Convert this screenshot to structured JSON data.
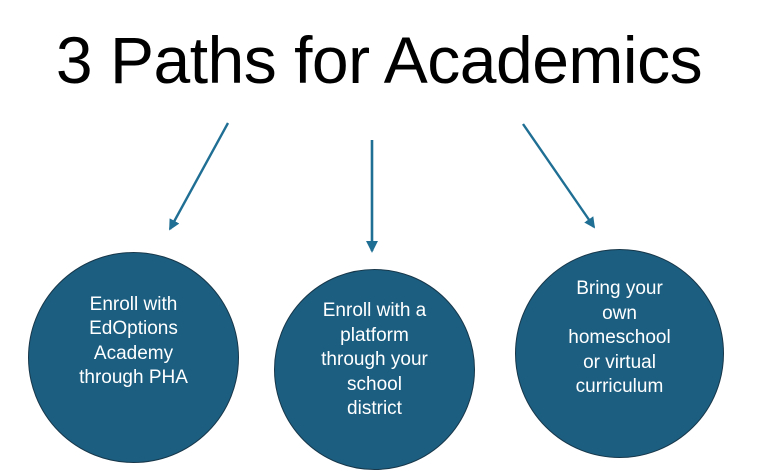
{
  "slide": {
    "title": "3 Paths for Academics",
    "background_color": "#ffffff",
    "title_color": "#000000"
  },
  "theme": {
    "circle_fill": "#1b5e80",
    "circle_stroke": "#17374a",
    "circle_text_color": "#ffffff",
    "arrow_color": "#1f6e93"
  },
  "nodes": [
    {
      "id": "path-1",
      "label": "Enroll with\nEdOptions\nAcademy\nthrough PHA",
      "shape": "circle"
    },
    {
      "id": "path-2",
      "label": "Enroll with a\nplatform\nthrough your\nschool\ndistrict",
      "shape": "circle"
    },
    {
      "id": "path-3",
      "label": "Bring your\nown\nhomeschool\nor virtual\ncurriculum",
      "shape": "circle"
    }
  ],
  "connectors": [
    {
      "id": "arrow-to-path-1",
      "from": "title",
      "to": "path-1",
      "direction": "down-left"
    },
    {
      "id": "arrow-to-path-2",
      "from": "title",
      "to": "path-2",
      "direction": "down"
    },
    {
      "id": "arrow-to-path-3",
      "from": "title",
      "to": "path-3",
      "direction": "down-right"
    }
  ]
}
